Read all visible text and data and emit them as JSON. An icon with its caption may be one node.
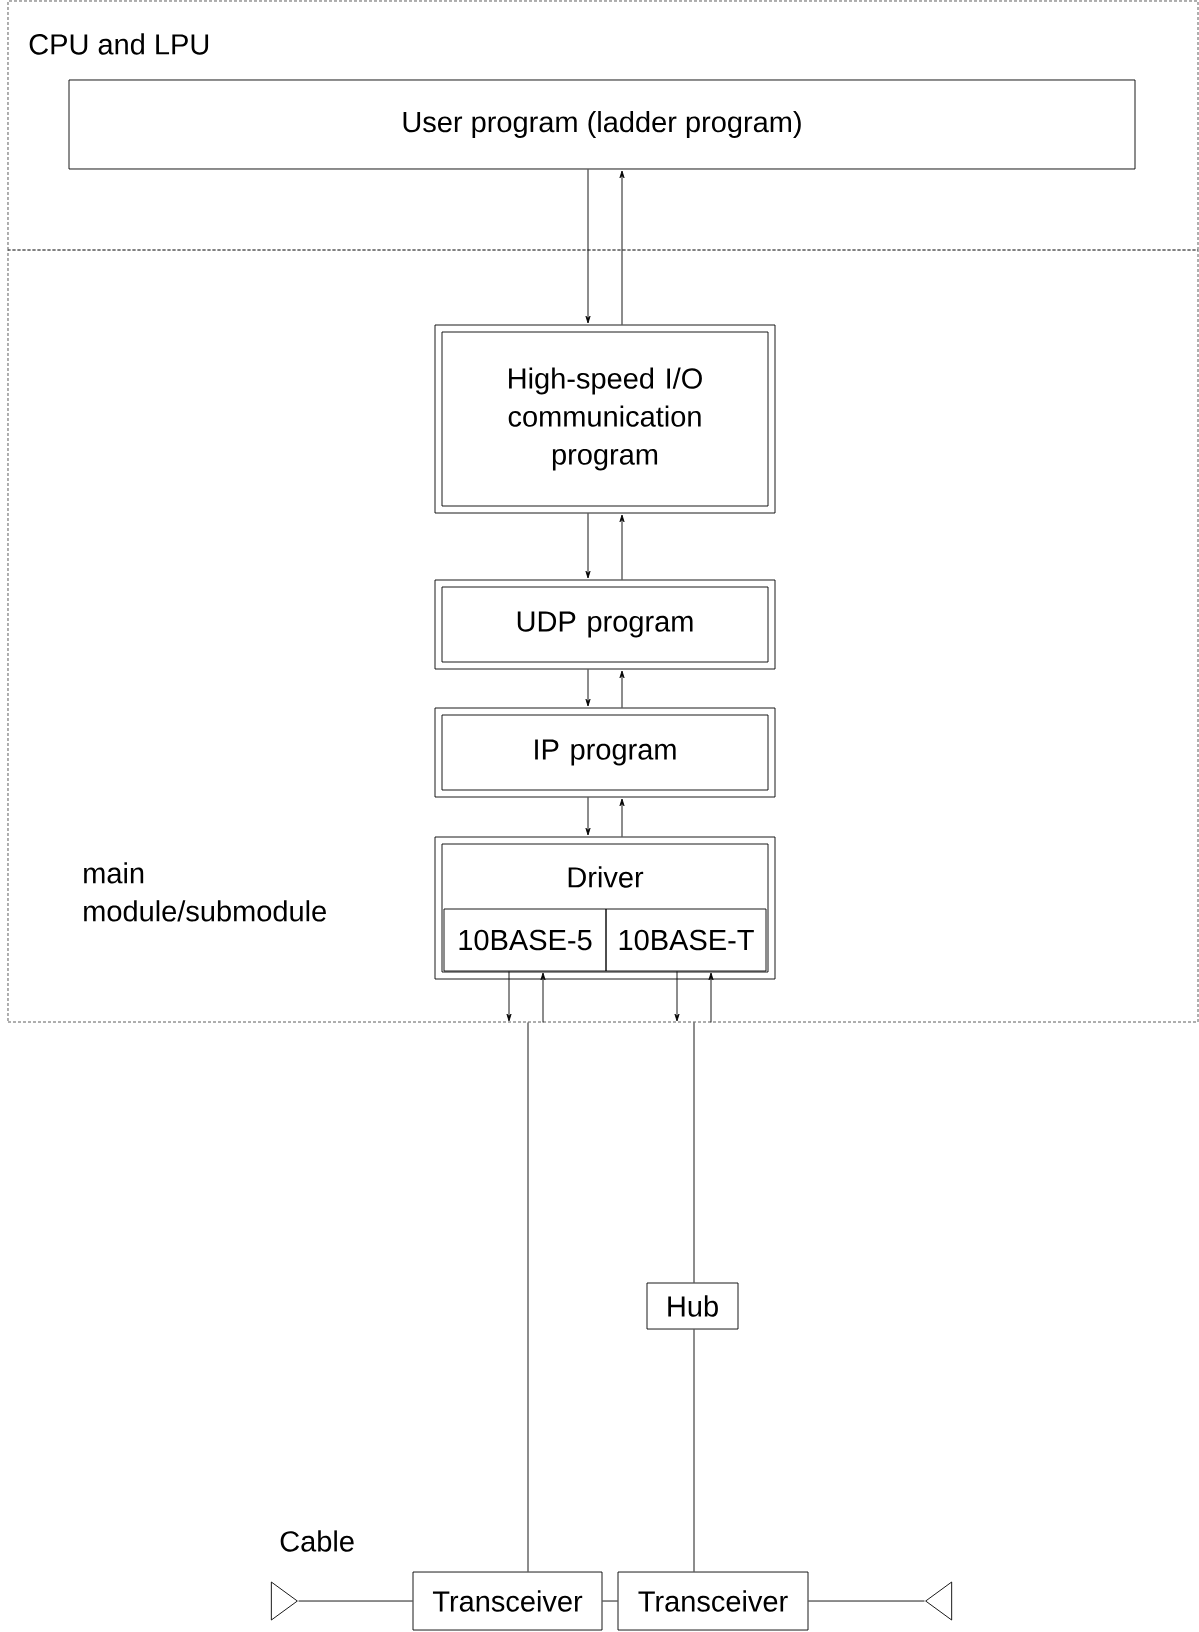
{
  "diagram": {
    "nodes": [
      {
        "text": [
          "CPU and LPU"
        ]
      },
      {
        "text": [
          "User program (ladder program)"
        ],
        "in": 0
      },
      {
        "text": [
          "main module/submodule"
        ]
      },
      {
        "text": [
          "High-speed I/O communication program"
        ],
        "in": 2
      },
      {
        "text": [
          "UDP program"
        ],
        "in": 2
      },
      {
        "text": [
          "IP program"
        ],
        "in": 2
      },
      {
        "text": [
          "Driver"
        ],
        "in": 2
      },
      {
        "text": [
          "10BASE-5"
        ],
        "in": 6
      },
      {
        "text": [
          "10BASE-T"
        ],
        "in": 6
      },
      {
        "text": [
          "Hub"
        ]
      },
      {
        "text": [
          "Transceiver"
        ]
      },
      {
        "text": [
          "Transceiver"
        ]
      },
      {
        "text": [],
        "shape": "triangle"
      },
      {
        "text": [],
        "shape": "triangle"
      }
    ],
    "edges": [
      {
        "from": 1,
        "to": 3,
        "arrow": "to"
      },
      {
        "from": 3,
        "to": 1,
        "arrow": "to"
      },
      {
        "from": 3,
        "to": 4,
        "arrow": "to"
      },
      {
        "from": 4,
        "to": 3,
        "arrow": "to"
      },
      {
        "from": 4,
        "to": 5,
        "arrow": "to"
      },
      {
        "from": 5,
        "to": 4,
        "arrow": "to"
      },
      {
        "from": 5,
        "to": 6,
        "arrow": "to"
      },
      {
        "from": 6,
        "to": 5,
        "arrow": "to"
      },
      {
        "from": 7,
        "to": 2,
        "arrow": "to"
      },
      {
        "from": 2,
        "to": 7,
        "arrow": "to"
      },
      {
        "from": 8,
        "to": 2,
        "arrow": "to"
      },
      {
        "from": 2,
        "to": 8,
        "arrow": "to"
      },
      {
        "from": 2,
        "to": 10,
        "arrow": "none"
      },
      {
        "from": 2,
        "to": 9,
        "arrow": "none"
      },
      {
        "from": 9,
        "to": 11,
        "arrow": "none"
      },
      {
        "from": 12,
        "to": 10,
        "arrow": "none"
      },
      {
        "from": 10,
        "to": 11,
        "arrow": "none"
      },
      {
        "from": 11,
        "to": 13,
        "arrow": "none"
      }
    ],
    "labels": [
      "Cable"
    ]
  }
}
